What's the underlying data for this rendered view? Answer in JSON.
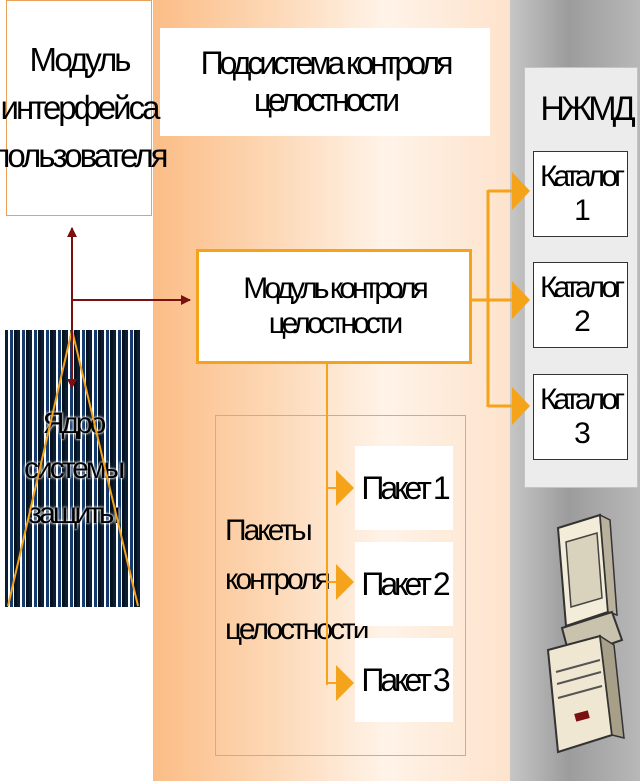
{
  "user_module": {
    "lines": [
      "Модуль",
      "интерфейса",
      "пользователя"
    ]
  },
  "title": "Подсистема контроля целостности",
  "kernel": {
    "lines": [
      "Ядро",
      "системы",
      "защиты"
    ]
  },
  "control_module": "Модуль контроля целостности",
  "packages": {
    "label_lines": [
      "Пакеты",
      "контроля",
      "целостности"
    ],
    "items": [
      "Пакет 1",
      "Пакет 2",
      "Пакет 3"
    ]
  },
  "database": {
    "label": "НЖМД",
    "catalogs": [
      "Каталог 1",
      "Каталог 2",
      "Каталог 3"
    ]
  },
  "colors": {
    "accent": "#f5a31a",
    "dark_arrow": "#7a1010",
    "column": "#fbbd86"
  },
  "icons": [
    "computer-icon"
  ]
}
